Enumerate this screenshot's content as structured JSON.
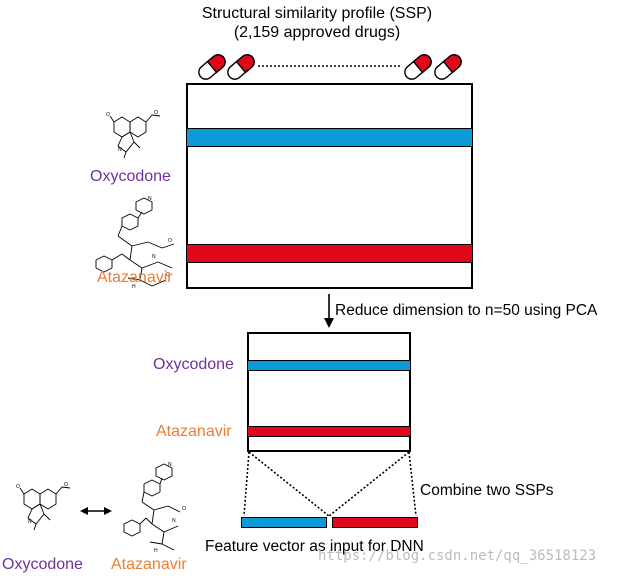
{
  "title": {
    "line1": "Structural similarity profile (SSP)",
    "line2": "(2,159 approved drugs)"
  },
  "drugs": {
    "oxycodone": "Oxycodone",
    "atazanavir": "Atazanavir"
  },
  "steps": {
    "reduce": "Reduce dimension to n=50 using PCA",
    "combine": "Combine two SSPs",
    "feature": "Feature vector as input for DNN"
  },
  "watermark": "https://blog.csdn.net/qq_36518123",
  "colors": {
    "oxycodone_text": "#7030a0",
    "atazanavir_text": "#ed7d31",
    "blue_bar": "#0e9ad7",
    "red_bar": "#e2081b"
  },
  "icons": [
    "pill-icon",
    "oxycodone-molecule-icon",
    "atazanavir-molecule-icon",
    "down-arrow-icon",
    "double-arrow-icon"
  ]
}
